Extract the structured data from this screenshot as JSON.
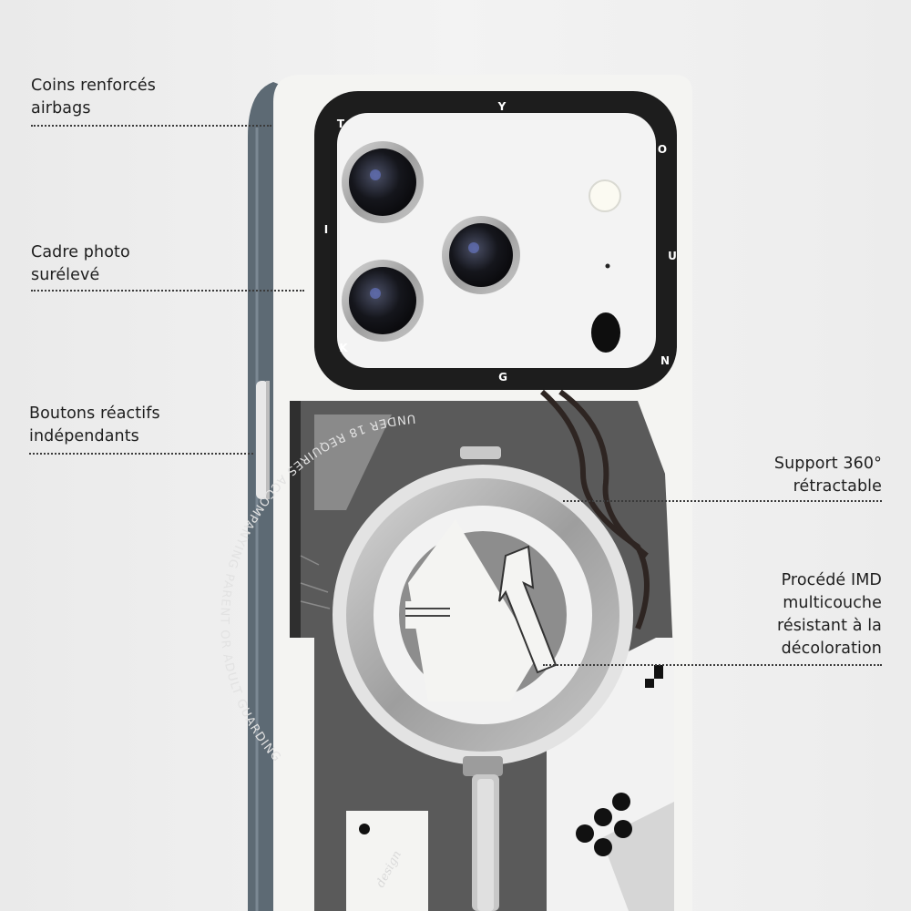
{
  "callouts": {
    "corners": {
      "line1": "Coins renforcés",
      "line2": "airbags"
    },
    "camera_frame": {
      "line1": "Cadre photo",
      "line2": "surélevé"
    },
    "buttons": {
      "line1": "Boutons réactifs",
      "line2": "indépendants"
    },
    "stand": {
      "line1": "Support 360°",
      "line2": "rétractable"
    },
    "imd": {
      "line1": "Procédé IMD",
      "line2": "multicouche",
      "line3": "résistant à la",
      "line4": "décoloration"
    }
  },
  "case_print": {
    "camera_ring_letters": [
      "T",
      "Y",
      "O",
      "U",
      "N",
      "G",
      "K",
      "I"
    ],
    "ring_text": "UNDER 18 REQUIRES ACCOMPANYING PARENT OR ADULT GUARDING",
    "script_mark": "design"
  },
  "colors": {
    "case_white": "#f4f4f2",
    "frame_black": "#1c1c1c",
    "ring_gray": "#a8a8a8",
    "edge_slate": "#5a6670"
  },
  "icons": {
    "arrow": "arrow-up-icon",
    "dpad": "game-buttons-icon"
  }
}
